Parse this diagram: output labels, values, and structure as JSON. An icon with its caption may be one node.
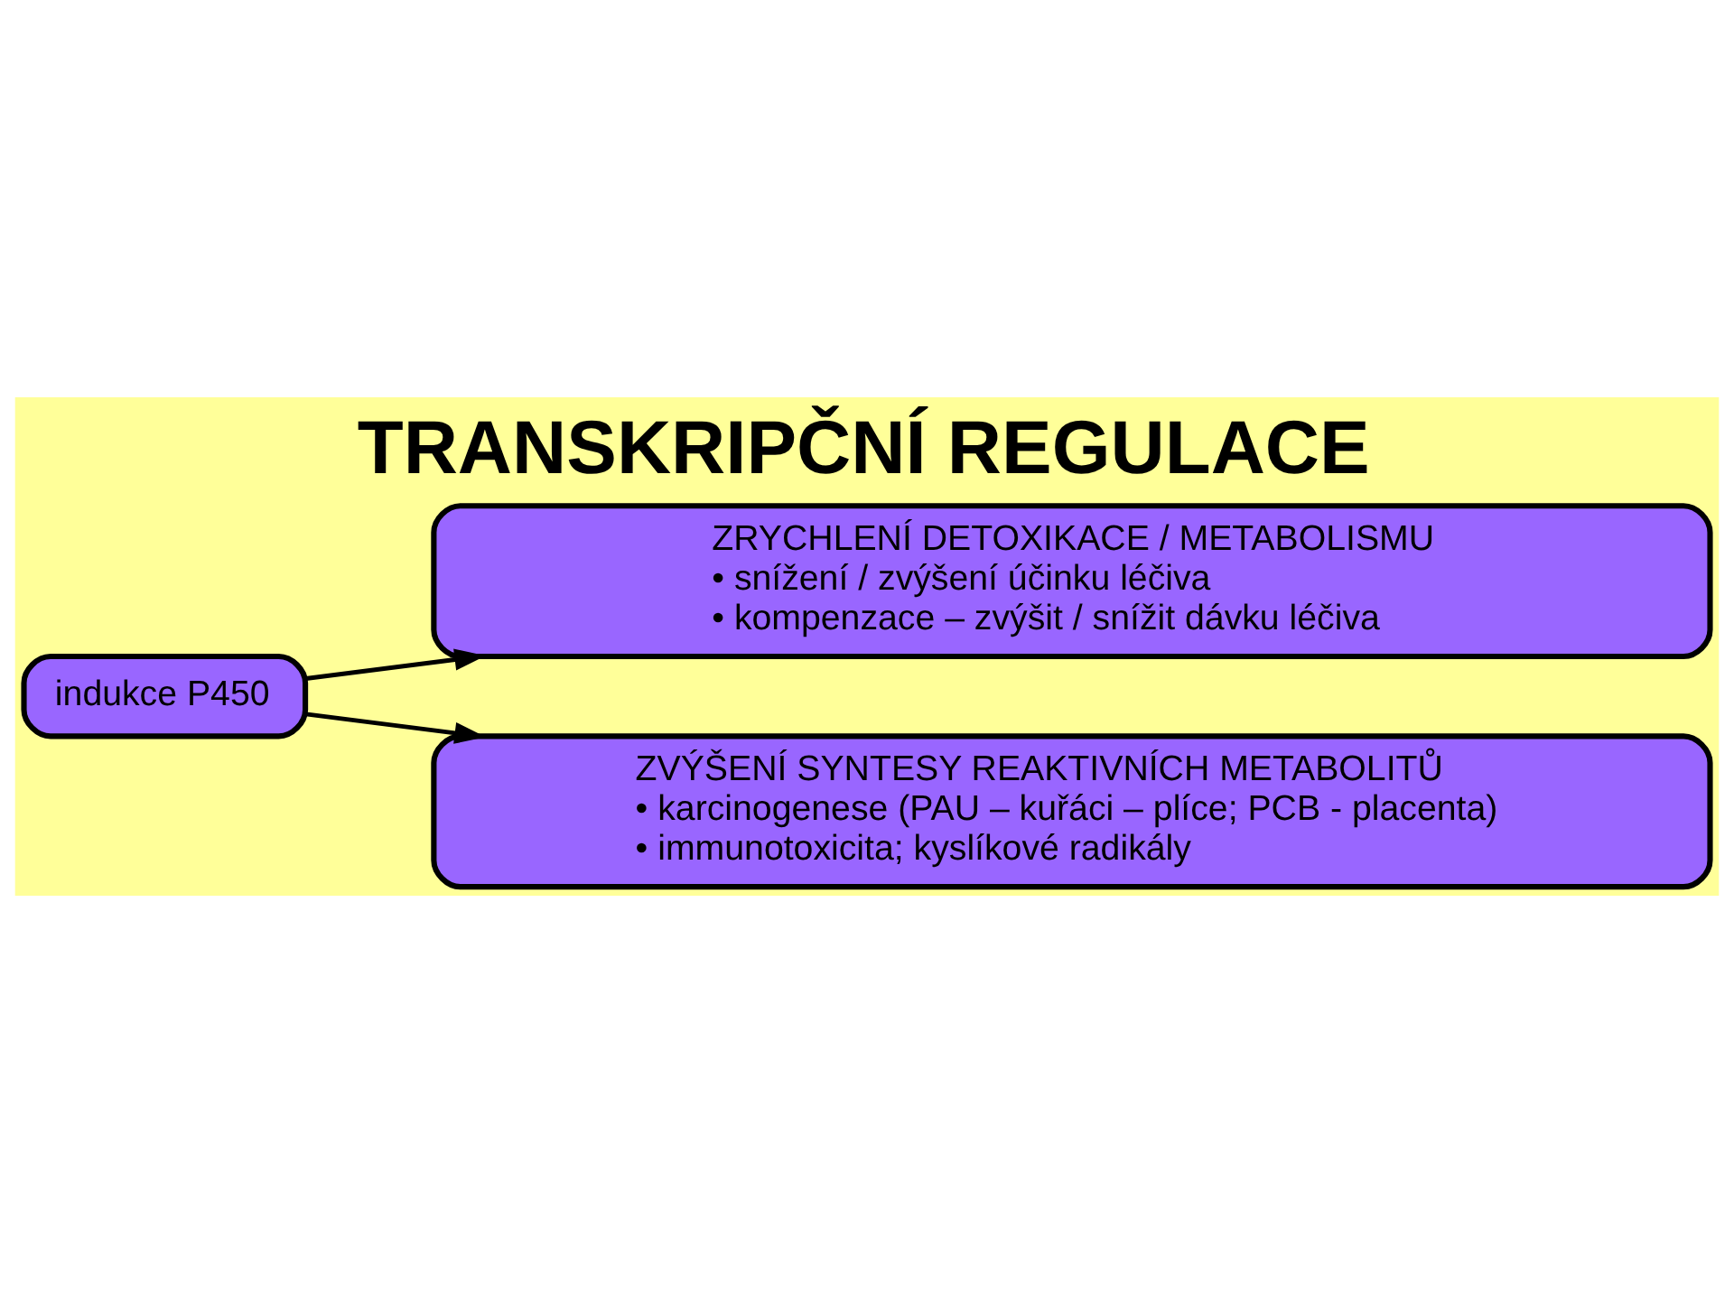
{
  "diagram": {
    "title": "TRANSKRIPČNÍ REGULACE",
    "nodes": [
      {
        "text": [
          "indukce P450"
        ]
      },
      {
        "text": [
          "ZRYCHLENÍ DETOXIKACE / METABOLISMU",
          "• snížení / zvýšení účinku léčiva",
          "• kompenzace – zvýšit / snížit dávku léčiva"
        ]
      },
      {
        "text": [
          "ZVÝŠENÍ SYNTESY REAKTIVNÍCH METABOLITŮ",
          "• karcinogenese (PAU – kuřáci – plíce; PCB - placenta)",
          "• immunotoxicita; kyslíkové radikály"
        ]
      }
    ],
    "edges": [
      {
        "from": 0,
        "to": 1,
        "arrow": "to"
      },
      {
        "from": 0,
        "to": 2,
        "arrow": "to"
      }
    ]
  }
}
